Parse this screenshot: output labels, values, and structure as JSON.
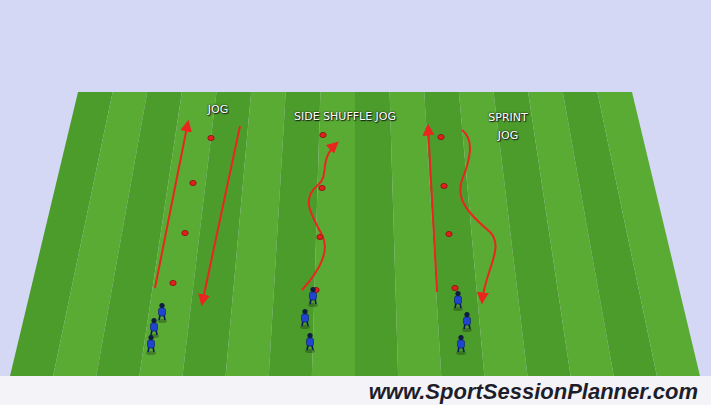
{
  "diagram": {
    "labels": [
      "JOG",
      "SIDE SHUFFLE JOG",
      "SPRINT JOG",
      "www.SportSessionPlanner.com"
    ]
  }
}
